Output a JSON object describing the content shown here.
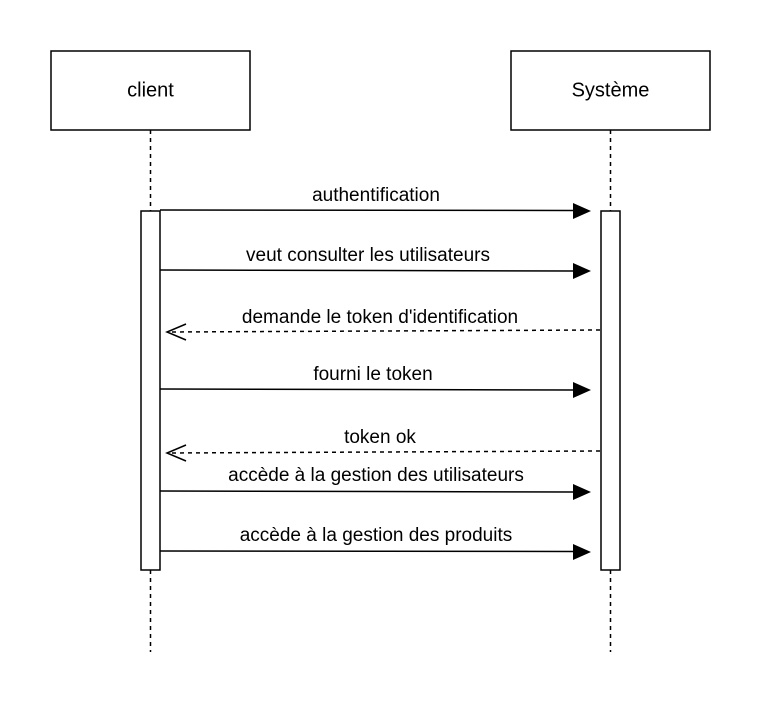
{
  "participants": [
    {
      "id": "client",
      "label": "client"
    },
    {
      "id": "systeme",
      "label": "Système"
    }
  ],
  "messages": [
    {
      "label": "authentification",
      "from": "client",
      "to": "systeme",
      "style": "sync"
    },
    {
      "label": "veut consulter les utilisateurs",
      "from": "client",
      "to": "systeme",
      "style": "sync"
    },
    {
      "label": "demande le token d'identification",
      "from": "systeme",
      "to": "client",
      "style": "return"
    },
    {
      "label": "fourni le token",
      "from": "client",
      "to": "systeme",
      "style": "sync"
    },
    {
      "label": "token ok",
      "from": "systeme",
      "to": "client",
      "style": "return"
    },
    {
      "label": "accède à la gestion des utilisateurs",
      "from": "client",
      "to": "systeme",
      "style": "sync"
    },
    {
      "label": "accède à la gestion des produits",
      "from": "client",
      "to": "systeme",
      "style": "sync"
    }
  ]
}
